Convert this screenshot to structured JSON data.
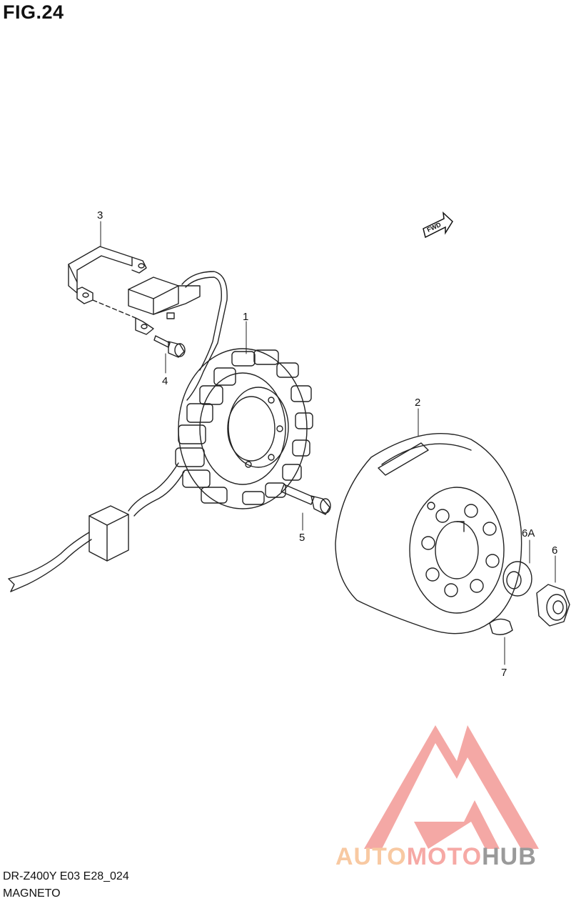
{
  "figure": {
    "title": "FIG.24",
    "model_code": "DR-Z400Y E03 E28_024",
    "section_name": "MAGNETO"
  },
  "callouts": [
    "1",
    "2",
    "3",
    "4",
    "5",
    "6A",
    "6",
    "7"
  ],
  "fwd_marker": "FWD",
  "watermark": {
    "part1": "AUTO",
    "part2": "MOTO",
    "part3": "HUB",
    "colors": {
      "auto": "#f8c9a2",
      "moto": "#f6a9a5",
      "hub": "#9a9a9a",
      "logo": "#f39a96"
    }
  }
}
